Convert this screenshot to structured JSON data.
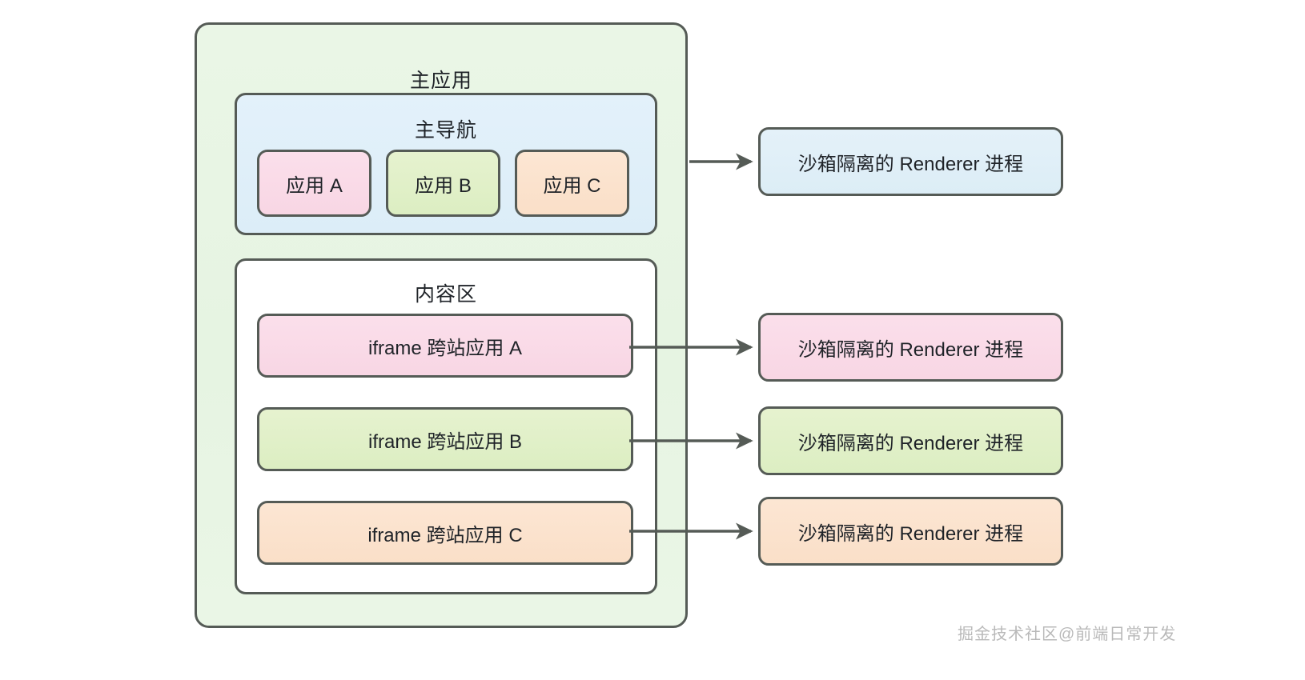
{
  "diagram": {
    "title": "主应用",
    "main_app": {
      "label": "主应用",
      "nav": {
        "label": "主导航",
        "apps": [
          {
            "label": "应用 A",
            "color": "#f8d6e4"
          },
          {
            "label": "应用 B",
            "color": "#dceec2"
          },
          {
            "label": "应用 C",
            "color": "#fadfc8"
          }
        ]
      },
      "content": {
        "label": "内容区",
        "iframes": [
          {
            "label": "iframe 跨站应用 A",
            "color": "#f8d6e4"
          },
          {
            "label": "iframe 跨站应用 B",
            "color": "#dceec2"
          },
          {
            "label": "iframe 跨站应用 C",
            "color": "#fadfc8"
          }
        ]
      }
    },
    "renderers": [
      {
        "label": "沙箱隔离的 Renderer 进程",
        "color": "#dcedf6"
      },
      {
        "label": "沙箱隔离的 Renderer 进程",
        "color": "#f8d6e4"
      },
      {
        "label": "沙箱隔离的 Renderer 进程",
        "color": "#dceec2"
      },
      {
        "label": "沙箱隔离的 Renderer 进程",
        "color": "#fadfc8"
      }
    ],
    "arrows": [
      {
        "from": "main-nav",
        "to": "renderer-0"
      },
      {
        "from": "iframe-a",
        "to": "renderer-1"
      },
      {
        "from": "iframe-b",
        "to": "renderer-2"
      },
      {
        "from": "iframe-c",
        "to": "renderer-3"
      }
    ],
    "colors": {
      "main_app_bg": "#e8f4e2",
      "nav_bg": "#dcedf8",
      "content_bg": "#ffffff",
      "border": "#555b56",
      "arrow": "#555b56",
      "text": "#1f2328",
      "page_bg": "#ffffff"
    }
  },
  "watermark": {
    "text": "掘金技术社区@前端日常开发"
  }
}
